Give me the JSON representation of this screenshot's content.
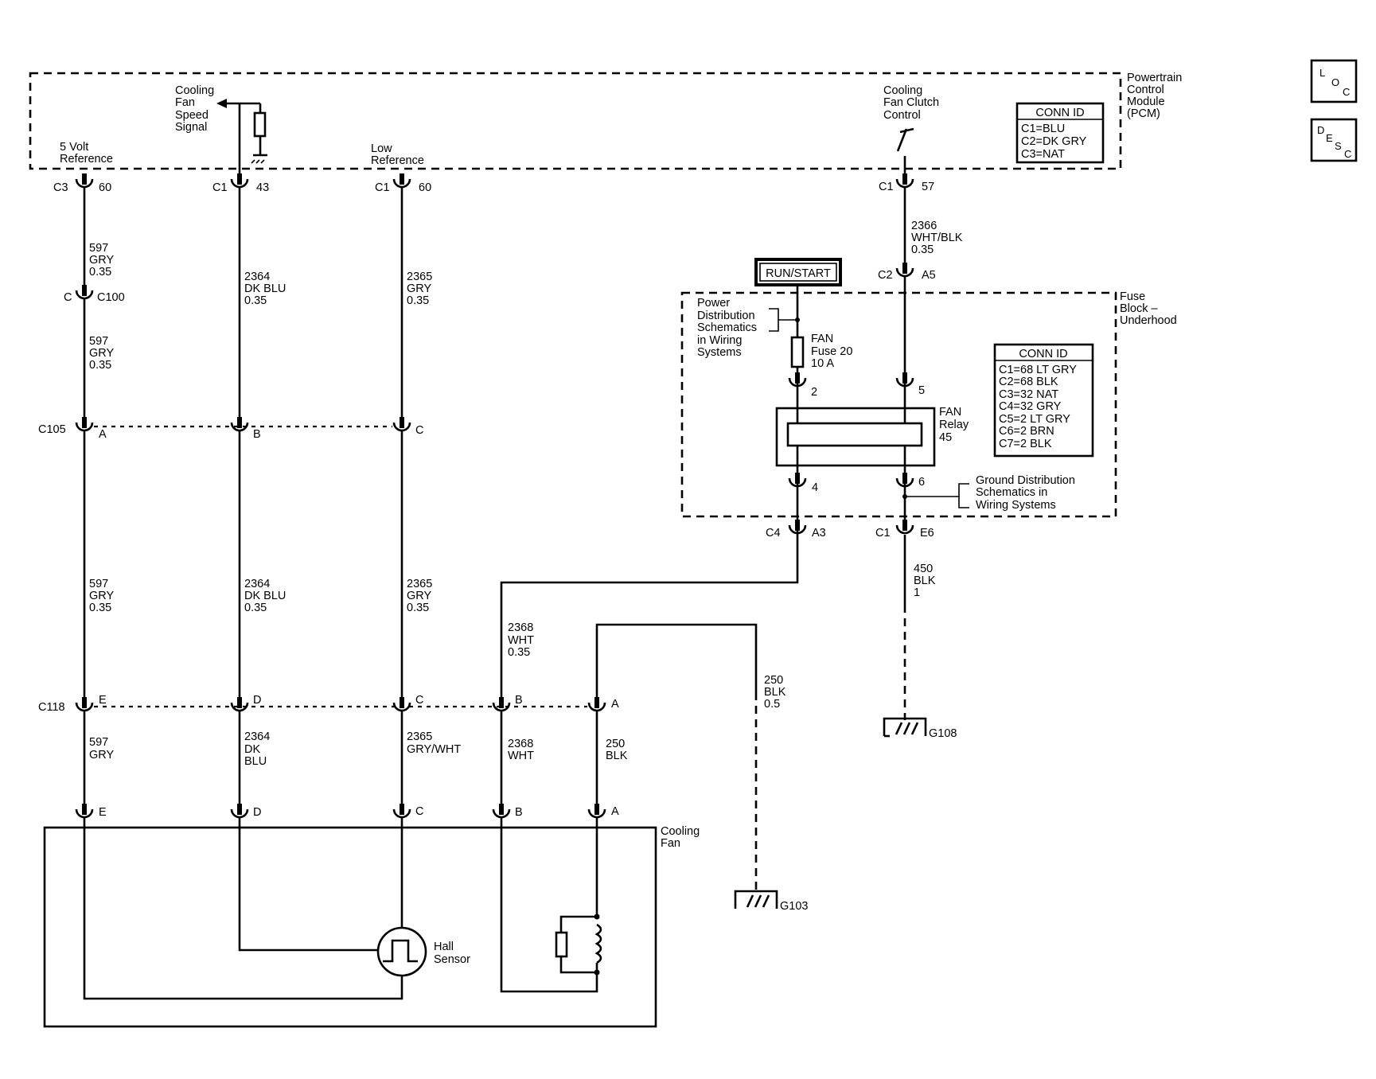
{
  "modules": {
    "pcm": {
      "name_lines": [
        "Powertrain",
        "Control",
        "Module",
        "(PCM)"
      ],
      "conn_id_title": "CONN ID",
      "conn_ids": [
        "C1=BLU",
        "C2=DK GRY",
        "C3=NAT"
      ]
    },
    "fuse_block": {
      "name_lines": [
        "Fuse",
        "Block –",
        "Underhood"
      ],
      "conn_id_title": "CONN ID",
      "conn_ids": [
        "C1=68 LT GRY",
        "C2=68 BLK",
        "C3=32 NAT",
        "C4=32 GRY",
        "C5=2 LT GRY",
        "C6=2 BRN",
        "C7=2 BLK"
      ]
    },
    "cooling_fan": {
      "name_lines": [
        "Cooling",
        "Fan"
      ]
    }
  },
  "signals": {
    "five_volt": [
      "5 Volt",
      "Reference"
    ],
    "fan_speed": [
      "Cooling",
      "Fan",
      "Speed",
      "Signal"
    ],
    "low_ref": [
      "Low",
      "Reference"
    ],
    "clutch": [
      "Cooling",
      "Fan Clutch",
      "Control"
    ]
  },
  "power": {
    "run_start": "RUN/START",
    "power_dist": [
      "Power",
      "Distribution",
      "Schematics",
      "in Wiring",
      "Systems"
    ],
    "fuse": [
      "FAN",
      "Fuse 20",
      "10 A"
    ],
    "relay": [
      "FAN",
      "Relay",
      "45"
    ],
    "ground_dist": [
      "Ground Distribution",
      "Schematics in",
      "Wiring Systems"
    ]
  },
  "pins": {
    "pcm_c3_60": {
      "conn": "C3",
      "pin": "60"
    },
    "pcm_c1_43": {
      "conn": "C1",
      "pin": "43"
    },
    "pcm_c1_60": {
      "conn": "C1",
      "pin": "60"
    },
    "pcm_c1_57": {
      "conn": "C1",
      "pin": "57"
    },
    "c100": {
      "conn": "C",
      "pin": "C100"
    },
    "fb_c2_a5": {
      "conn": "C2",
      "pin": "A5"
    },
    "fuse_2": "2",
    "relay_5": "5",
    "relay_4": "4",
    "relay_6": "6",
    "fb_c4_a3": {
      "conn": "C4",
      "pin": "A3"
    },
    "fb_c1_e6": {
      "conn": "C1",
      "pin": "E6"
    },
    "c105": {
      "conn": "C105",
      "pins": [
        "A",
        "B",
        "C"
      ]
    },
    "c118": {
      "conn": "C118",
      "pins": [
        "E",
        "D",
        "C",
        "B",
        "A"
      ]
    },
    "fan_pins": [
      "E",
      "D",
      "C",
      "B",
      "A"
    ]
  },
  "wires": {
    "w597_a": [
      "597",
      "GRY",
      "0.35"
    ],
    "w597_b": [
      "597",
      "GRY",
      "0.35"
    ],
    "w597_c": [
      "597",
      "GRY",
      "0.35"
    ],
    "w597_d": [
      "597",
      "GRY"
    ],
    "w2364_a": [
      "2364",
      "DK BLU",
      "0.35"
    ],
    "w2364_b": [
      "2364",
      "DK BLU",
      "0.35"
    ],
    "w2364_c": [
      "2364",
      "DK",
      "BLU"
    ],
    "w2365_a": [
      "2365",
      "GRY",
      "0.35"
    ],
    "w2365_b": [
      "2365",
      "GRY",
      "0.35"
    ],
    "w2365_c": [
      "2365",
      "GRY/WHT"
    ],
    "w2366": [
      "2366",
      "WHT/BLK",
      "0.35"
    ],
    "w2368_a": [
      "2368",
      "WHT",
      "0.35"
    ],
    "w2368_b": [
      "2368",
      "WHT"
    ],
    "w250_a": [
      "250",
      "BLK",
      "0.5"
    ],
    "w250_b": [
      "250",
      "BLK"
    ],
    "w450": [
      "450",
      "BLK",
      "1"
    ]
  },
  "grounds": {
    "g103": "G103",
    "g108": "G108"
  },
  "hall_sensor": [
    "Hall",
    "Sensor"
  ],
  "nav_icons": {
    "loc": {
      "icon": "location-icon",
      "letters": [
        "L",
        "O",
        "C"
      ]
    },
    "desc": {
      "icon": "description-icon",
      "letters": [
        "D",
        "E",
        "S",
        "C"
      ]
    }
  }
}
